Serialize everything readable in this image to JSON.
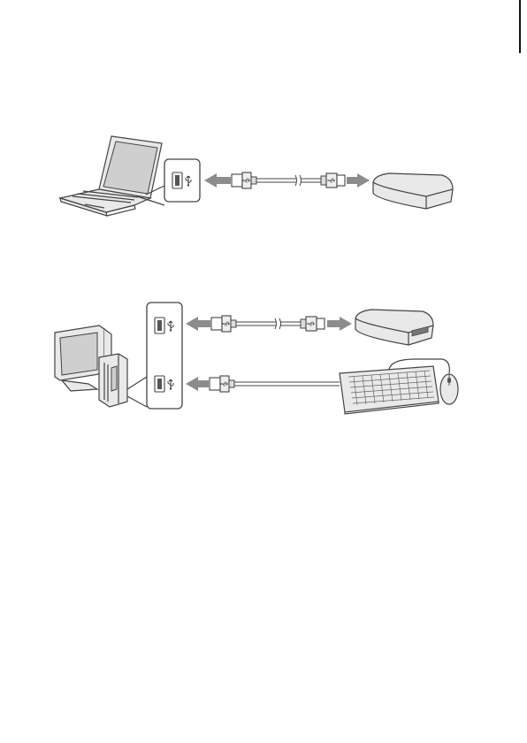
{
  "icons": {
    "usb": "usb-trident-icon",
    "laptop": "laptop-icon",
    "desktop": "desktop-computer-icon",
    "reader": "card-reader-icon",
    "keyboard": "keyboard-icon",
    "mouse": "mouse-icon"
  },
  "colors": {
    "line": "#444444",
    "device_fill": "#e9e9e9",
    "arrow": "#8c8c8c",
    "edge_mark": "#111111"
  },
  "diagrams": [
    {
      "id": "laptop-to-reader",
      "host": "laptop",
      "ports": 1,
      "connections": [
        "card-reader"
      ]
    },
    {
      "id": "desktop-to-reader-and-keyboard",
      "host": "desktop",
      "ports": 2,
      "connections": [
        "card-reader",
        "keyboard"
      ]
    }
  ]
}
